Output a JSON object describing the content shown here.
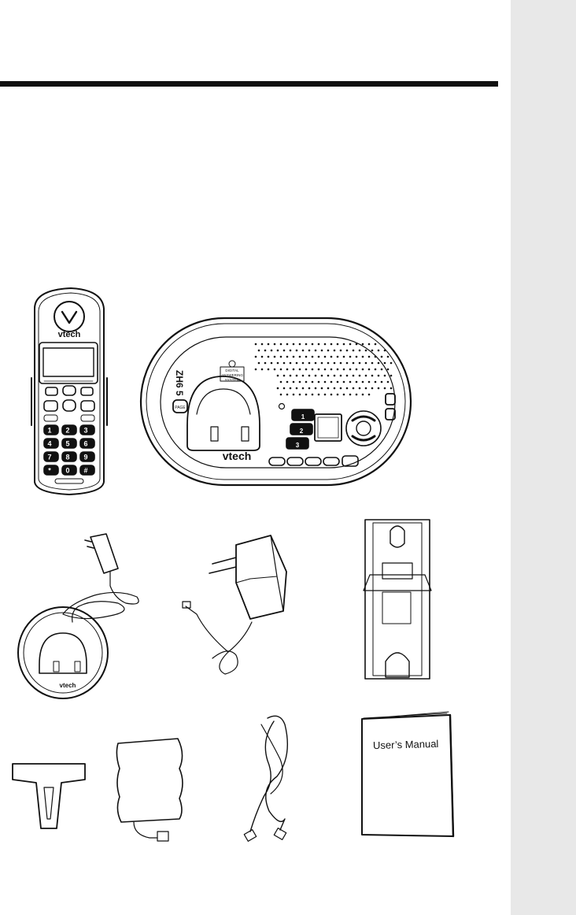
{
  "handset": {
    "brand": "vtech",
    "keys": [
      "1",
      "2",
      "3",
      "4",
      "5",
      "6",
      "7",
      "8",
      "9",
      "*",
      "0",
      "#"
    ]
  },
  "base": {
    "brand": "vtech",
    "model": "ZH6 5",
    "badge_lines": [
      "DIGITAL",
      "ANSWERING",
      "SYSTEM"
    ],
    "page_label": "PAGE",
    "memory_keys": [
      "1",
      "2",
      "3"
    ]
  },
  "charger": {
    "brand": "vtech"
  },
  "manual": {
    "title": "User’s Manual"
  },
  "colors": {
    "ink": "#111111",
    "sidebar": "#e8e8e8"
  }
}
